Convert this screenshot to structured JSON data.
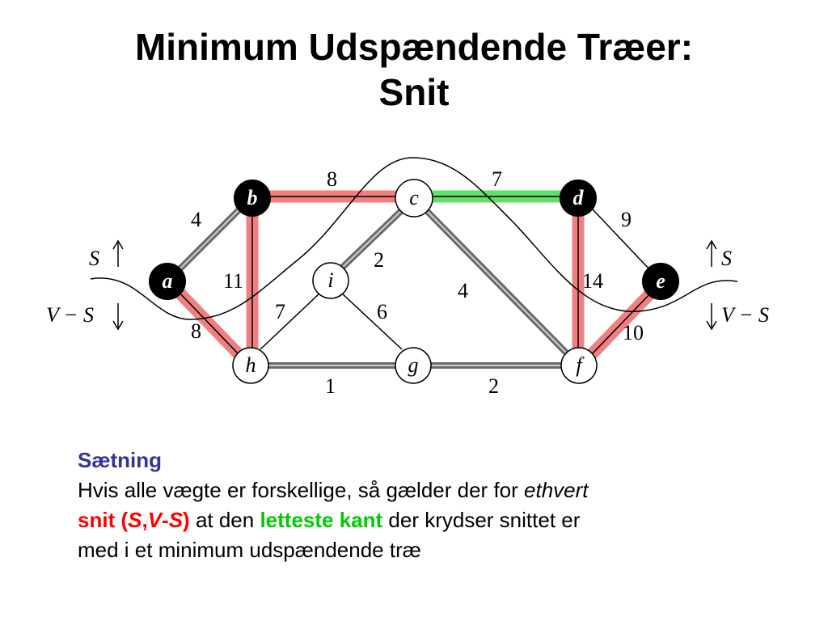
{
  "title": {
    "line1": "Minimum Udspændende Træer:",
    "line2": "Snit"
  },
  "colors": {
    "red_highlight": "#f08080",
    "green_highlight": "#66dd66",
    "tree_edge": "#666666",
    "black_node": "#000000",
    "theorem_heading": "#333399",
    "cut_text": "#ff0000",
    "light_edge_text": "#00cc00"
  },
  "graph": {
    "nodes": {
      "a": "a",
      "b": "b",
      "c": "c",
      "d": "d",
      "e": "e",
      "f": "f",
      "g": "g",
      "h": "h",
      "i": "i"
    },
    "weights": {
      "ab": "4",
      "bc": "8",
      "cd": "7",
      "de": "9",
      "ah": "8",
      "bh": "11",
      "ci": "2",
      "cf": "4",
      "df": "14",
      "ef": "10",
      "hi": "7",
      "ig": "6",
      "hg": "1",
      "gf": "2"
    },
    "cut_labels": {
      "s_left": "S",
      "vs_left": "V − S",
      "s_right": "S",
      "vs_right": "V − S"
    }
  },
  "theorem": {
    "heading": "Sætning",
    "text1": "Hvis alle vægte er forskellige, så gælder der for ",
    "ethvert": "ethvert",
    "snit_open": "snit (",
    "S1": "S",
    "comma": ",",
    "V": "V",
    "dash": "-",
    "S2": "S",
    "close": ")",
    "text2": " at den ",
    "letteste": "letteste kant",
    "text3": " der krydser snittet er",
    "text4": "med i et minimum udspændende træ"
  }
}
